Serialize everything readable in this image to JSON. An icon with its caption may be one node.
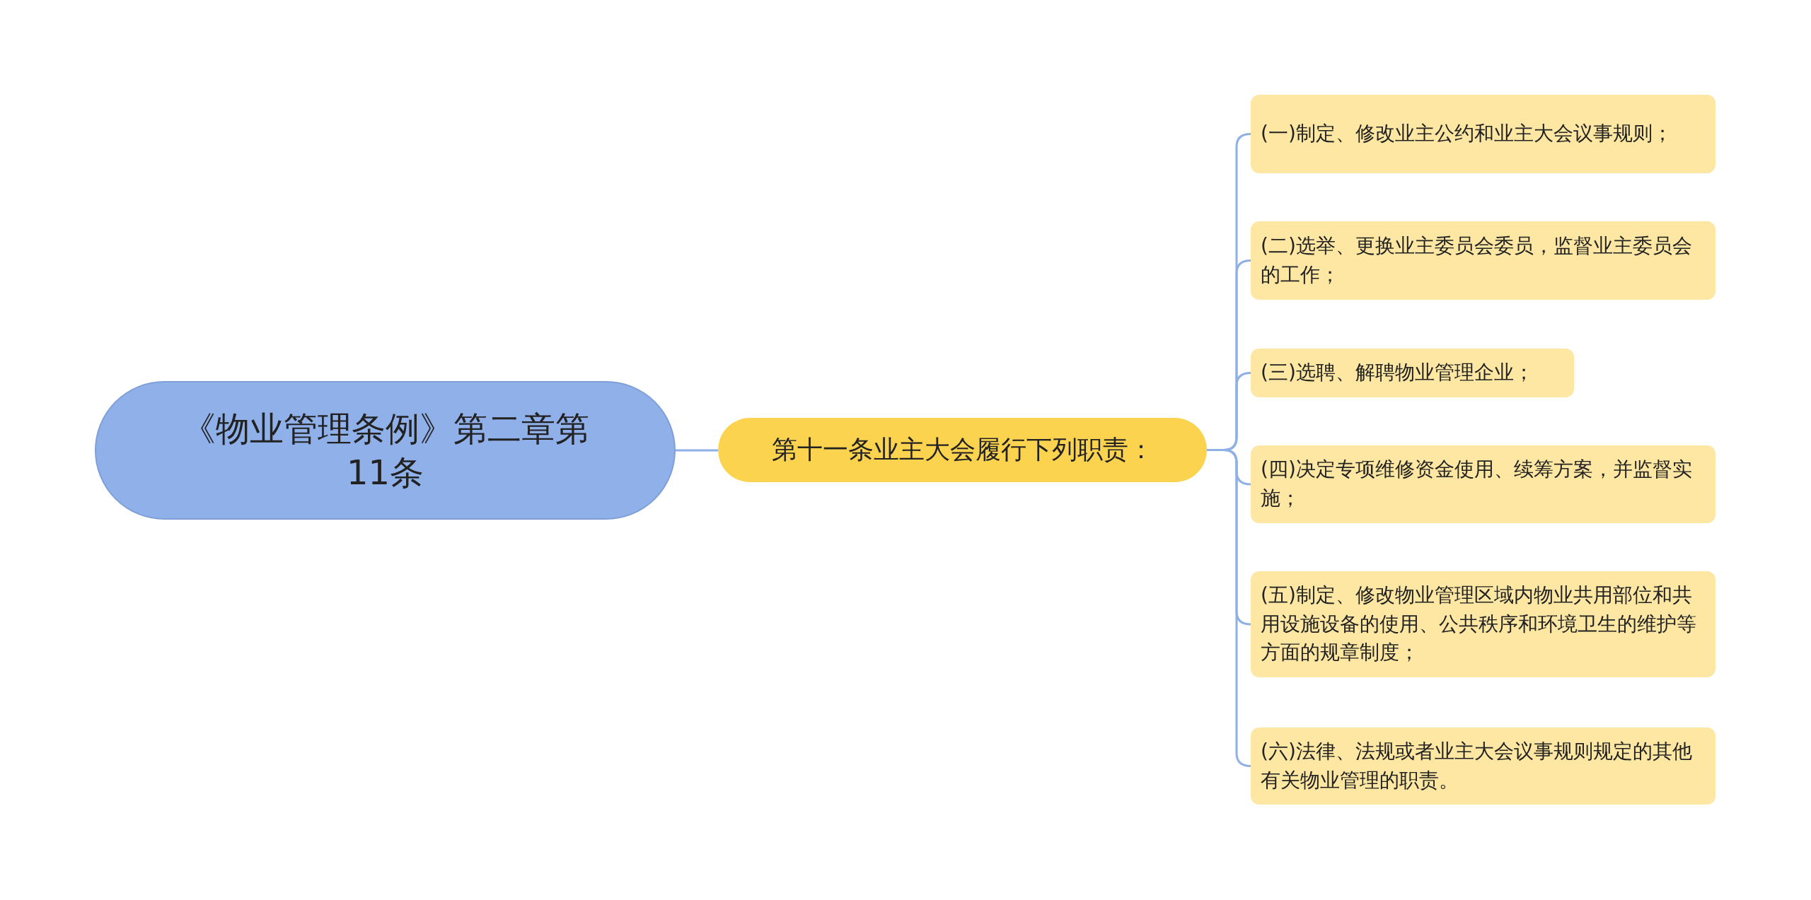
{
  "diagram": {
    "nodes": [
      {
        "text": [
          "《物业管理条例》第二章第11条"
        ]
      },
      {
        "text": [
          "第十一条业主大会履行下列职责："
        ]
      },
      {
        "text": [
          "(一)制定、修改业主公约和业主大会议事规则；"
        ]
      },
      {
        "text": [
          "(二)选举、更换业主委员会委员，监督业主委员会的工作；"
        ]
      },
      {
        "text": [
          "(三)选聘、解聘物业管理企业；"
        ]
      },
      {
        "text": [
          "(四)决定专项维修资金使用、续筹方案，并监督实施；"
        ]
      },
      {
        "text": [
          "(五)制定、修改物业管理区域内物业共用部位和共用设施设备的使用、公共秩序和环境卫生的维护等方面的规章制度；"
        ]
      },
      {
        "text": [
          "(六)法律、法规或者业主大会议事规则规定的其他有关物业管理的职责。"
        ]
      }
    ],
    "edges": [
      {
        "from": 0,
        "to": 1,
        "arrow": "none"
      },
      {
        "from": 1,
        "to": 2,
        "arrow": "none"
      },
      {
        "from": 1,
        "to": 3,
        "arrow": "none"
      },
      {
        "from": 1,
        "to": 4,
        "arrow": "none"
      },
      {
        "from": 1,
        "to": 5,
        "arrow": "none"
      },
      {
        "from": 1,
        "to": 6,
        "arrow": "none"
      },
      {
        "from": 1,
        "to": 7,
        "arrow": "none"
      }
    ]
  }
}
